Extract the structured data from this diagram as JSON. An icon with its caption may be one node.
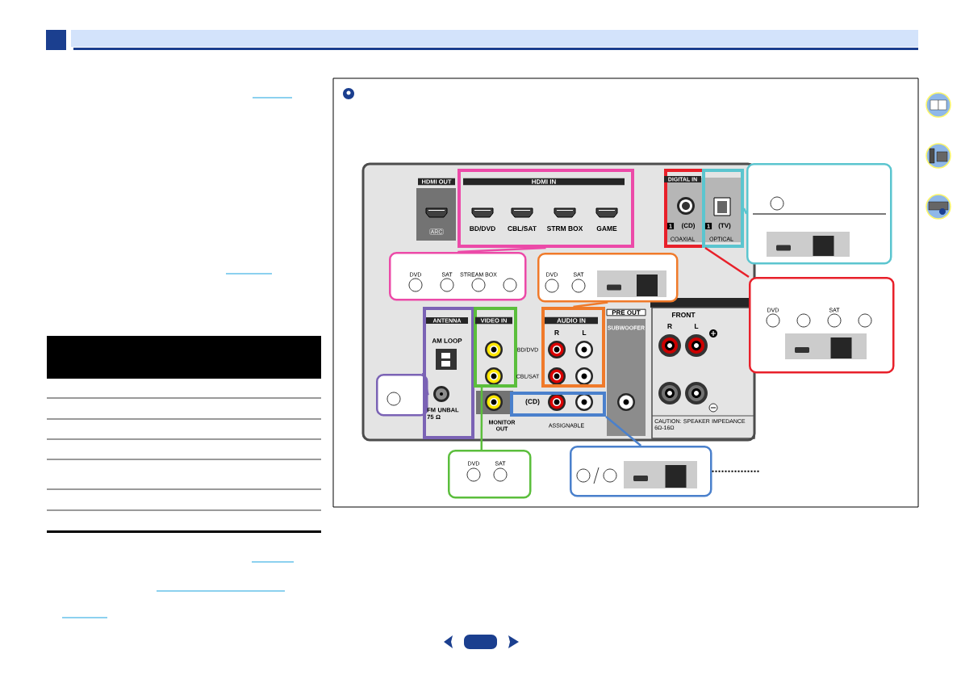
{
  "diagram": {
    "nodes": [
      {
        "text": [
          "HDMI IN",
          "BD/DVD",
          "CBL/SAT",
          "STRM BOX",
          "GAME"
        ]
      },
      {
        "text": [
          "DVD",
          "SAT",
          "STREAM BOX"
        ]
      },
      {
        "text": [
          "DIGITAL IN",
          "1",
          "(CD)",
          "COAXIAL"
        ]
      },
      {
        "text": [
          "1",
          "(TV)",
          "OPTICAL"
        ]
      },
      {
        "text": [],
        "shape": "box"
      },
      {
        "text": [
          "DVD",
          "SAT"
        ]
      },
      {
        "text": [
          "DVD",
          "SAT"
        ]
      },
      {
        "text": [
          "AUDIO IN",
          "R",
          "L"
        ]
      },
      {
        "text": [],
        "shape": "box"
      },
      {
        "text": [
          "ANTENNA",
          "AM LOOP",
          "FM UNBAL 75 Ω"
        ]
      },
      {
        "text": [
          "VIDEO IN"
        ]
      },
      {
        "text": [
          "DVD",
          "SAT"
        ]
      },
      {
        "text": [
          "(CD)"
        ]
      },
      {
        "text": [],
        "shape": "box"
      }
    ],
    "edges": [
      {
        "from": 0,
        "to": 1,
        "arrow": "none",
        "color": "#ec4aa8"
      },
      {
        "from": 7,
        "to": 6,
        "arrow": "none",
        "color": "#f07a2a"
      },
      {
        "from": 3,
        "to": 4,
        "arrow": "none",
        "color": "#5bc5cf"
      },
      {
        "from": 2,
        "to": 5,
        "arrow": "none",
        "color": "#e8202a"
      },
      {
        "from": 9,
        "to": 8,
        "arrow": "none",
        "color": "#7b63b5"
      },
      {
        "from": 10,
        "to": 11,
        "arrow": "none",
        "color": "#5bbe3c"
      },
      {
        "from": 12,
        "to": 13,
        "arrow": "none",
        "color": "#4a80cc"
      },
      {
        "from": 13,
        "to": null,
        "arrow": "none",
        "style": "dashed",
        "color": "#000000"
      }
    ],
    "labels": [
      "HDMI OUT",
      "ARC",
      "BD/DVD",
      "CBL/SAT",
      "PRE OUT",
      "SUBWOOFER",
      "FRONT",
      "R",
      "L",
      "MONITOR OUT",
      "ASSIGNABLE",
      "CAUTION: SPEAKER IMPEDANCE 6Ω-16Ω"
    ]
  }
}
